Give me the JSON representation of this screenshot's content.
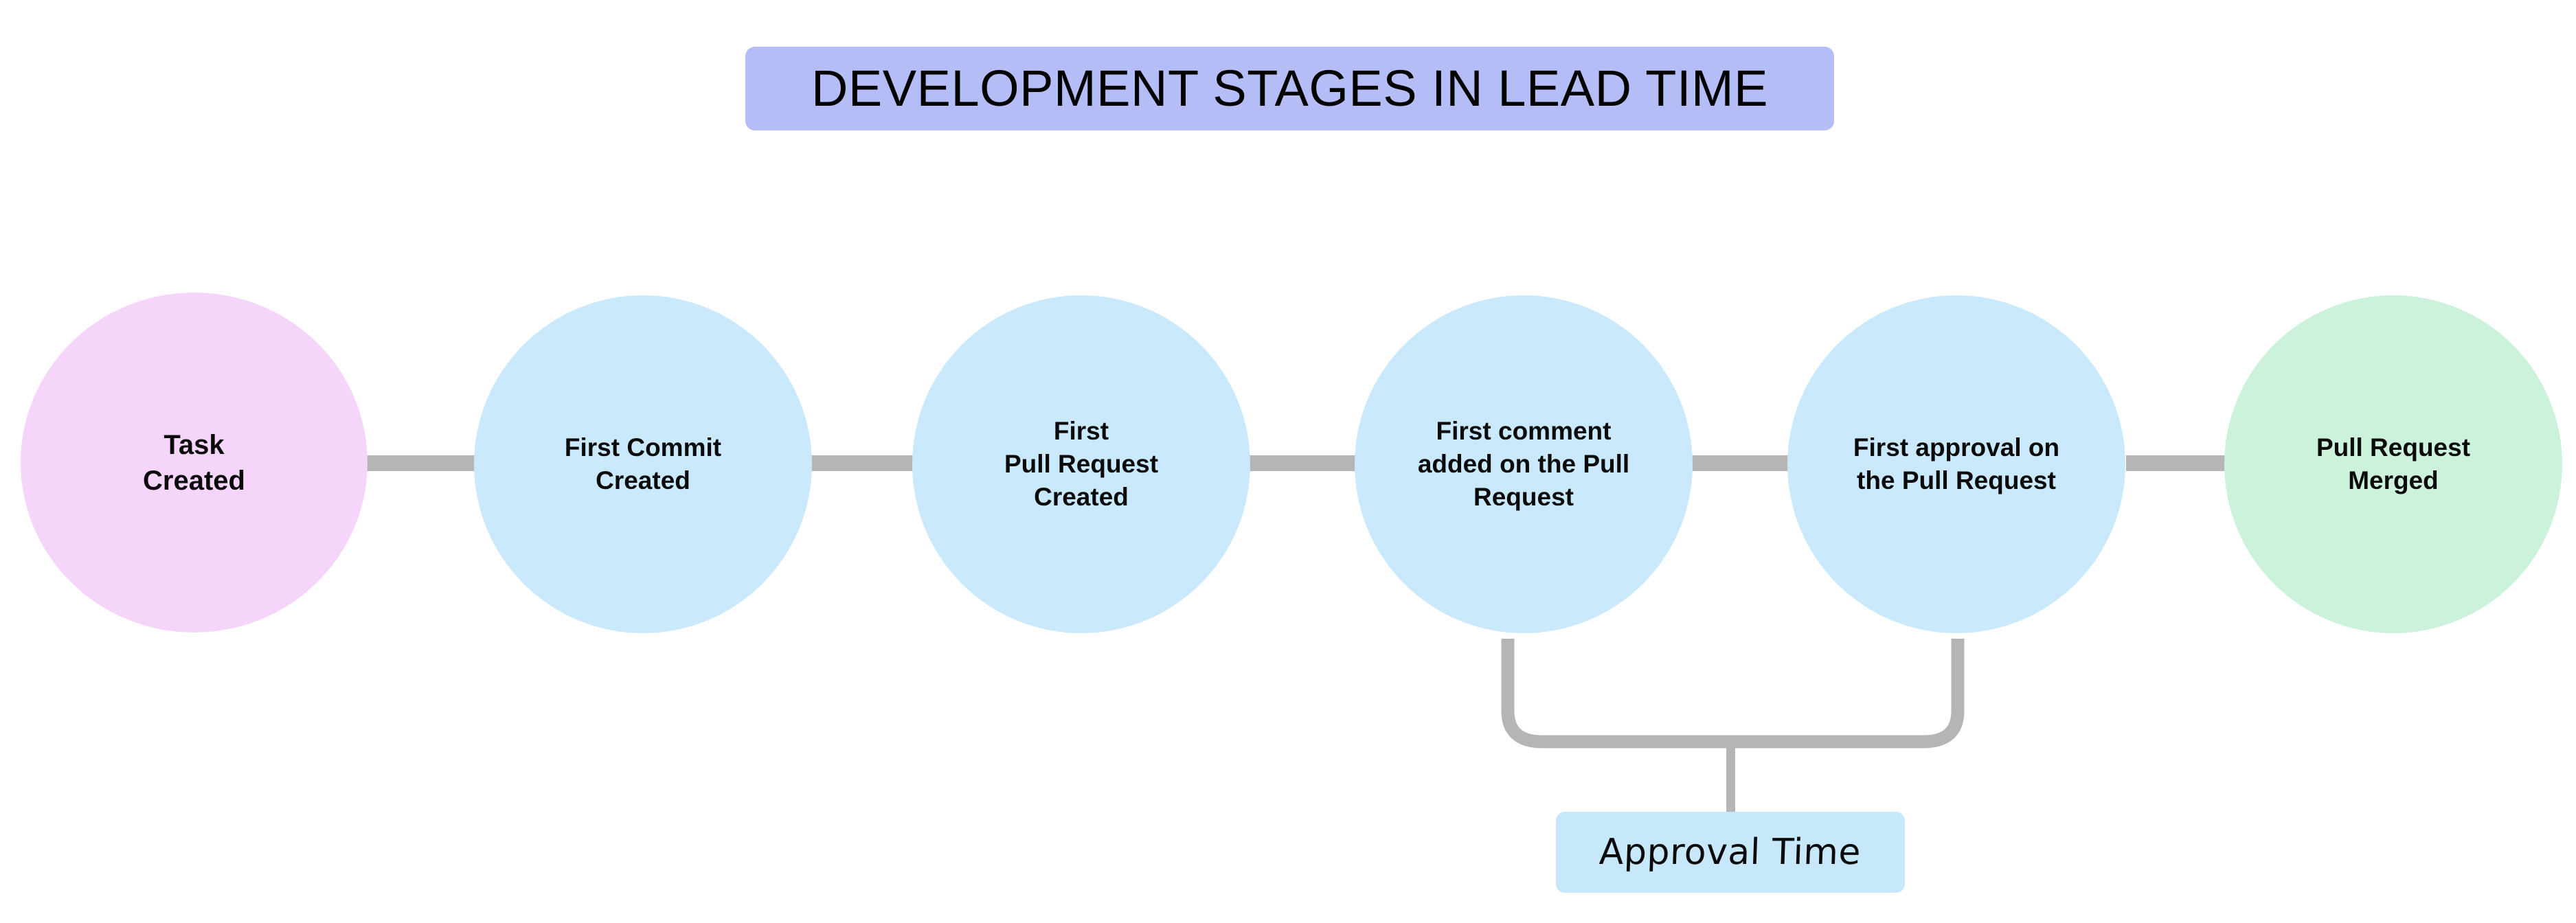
{
  "diagram": {
    "title": "DEVELOPMENT STAGES IN LEAD TIME",
    "background_color": "#ffffff",
    "title_background_color": "#b4bdf5",
    "connector_color": "#b5b5b5",
    "type": "horizontal-flow-timeline"
  },
  "stages": [
    {
      "id": "task-created",
      "label": "Task\nCreated",
      "color": "#f6d5fb",
      "order": 1
    },
    {
      "id": "first-commit-created",
      "label": "First Commit\nCreated",
      "color": "#cbe9fc",
      "order": 2
    },
    {
      "id": "first-pull-request-created",
      "label": "First\nPull Request\nCreated",
      "color": "#cbe9fc",
      "order": 3
    },
    {
      "id": "first-comment-on-pull-request",
      "label": "First comment\nadded on the Pull\nRequest",
      "color": "#cbe9fc",
      "order": 4
    },
    {
      "id": "first-approval-on-pull-request",
      "label": "First approval on\nthe Pull Request",
      "color": "#cbe9fc",
      "order": 5
    },
    {
      "id": "pull-request-merged",
      "label": "Pull Request\nMerged",
      "color": "#cdf2dc",
      "order": 6
    }
  ],
  "annotation": {
    "label": "Approval Time",
    "background_color": "#c7e7fb",
    "spans_from": "first-comment-on-pull-request",
    "spans_to": "first-approval-on-pull-request"
  }
}
